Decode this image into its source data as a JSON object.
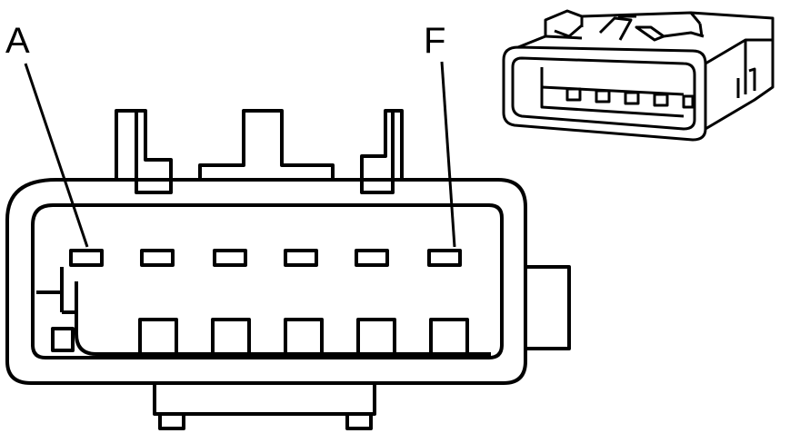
{
  "diagram": {
    "pin_labels": {
      "first": "A",
      "last": "F"
    },
    "terminal_cavities_top_row": 6,
    "terminal_cavities_bottom_row": 5,
    "colors": {
      "line": "#000000",
      "background": "#ffffff"
    }
  }
}
